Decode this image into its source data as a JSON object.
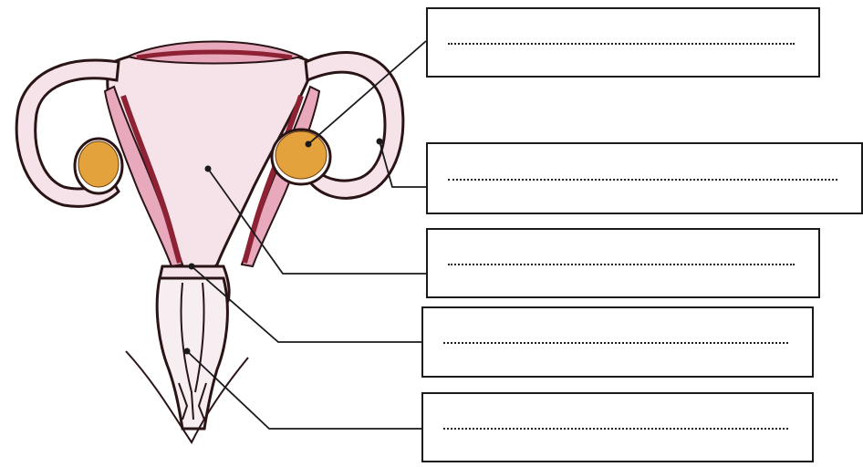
{
  "diagram": {
    "labels": [
      {
        "id": "label-1",
        "answer": ""
      },
      {
        "id": "label-2",
        "answer": ""
      },
      {
        "id": "label-3",
        "answer": ""
      },
      {
        "id": "label-4",
        "answer": ""
      },
      {
        "id": "label-5",
        "answer": ""
      }
    ]
  },
  "colors": {
    "outline": "#2a1416",
    "tissue_pink": "#e9a9bd",
    "tissue_light": "#f6e3ea",
    "muscle_red": "#8c2234",
    "ovary_orange": "#e3a23b",
    "leader_line": "#1a1a1a"
  }
}
